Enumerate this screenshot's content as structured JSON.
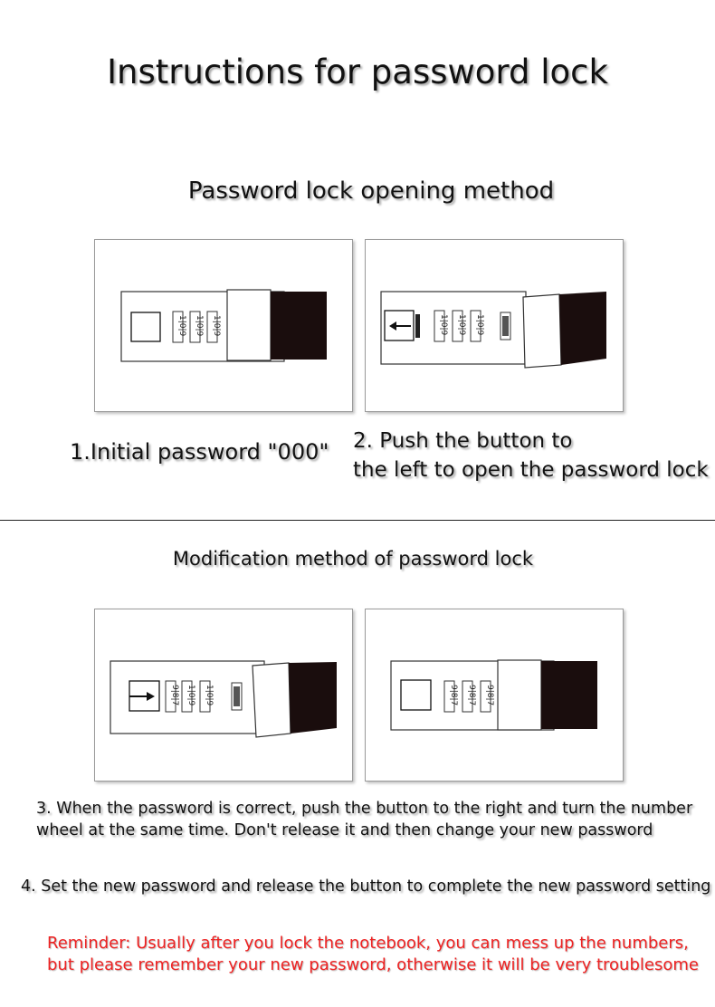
{
  "title": "Instructions for password lock",
  "section_open": {
    "heading": "Password lock opening method",
    "step1": "1.Initial password \"000\"",
    "step2_line1": "2. Push the button to",
    "step2_line2": "the left to open the password lock",
    "wheel_digits_initial": "1|0|9"
  },
  "section_modify": {
    "heading": "Modification method of password lock",
    "step3_line1": "3. When the password is correct, push the button to the right and turn the number",
    "step3_line2": "wheel at the same time. Don't release it and then change your new password",
    "step4": "4. Set the new password and release the button to complete the new password setting",
    "wheel_digits_new": "9|8|7"
  },
  "reminder": {
    "line1": "Reminder: Usually after you lock the notebook, you can mess up the numbers,",
    "line2": "but please remember your new password, otherwise it will be very troublesome",
    "color": "#ee2222"
  }
}
